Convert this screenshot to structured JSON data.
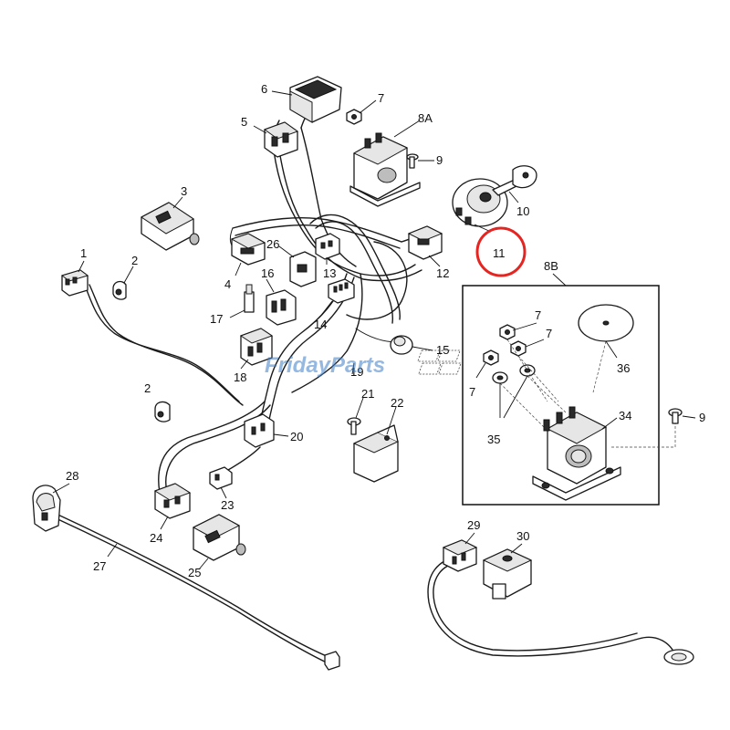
{
  "watermark": {
    "prefix": "Friday",
    "suffix": "Parts",
    "color": "#3f7fc8"
  },
  "highlight": {
    "target": "11",
    "color": "#e52521"
  },
  "detail": {
    "label": "8B"
  },
  "callouts": [
    {
      "id": "c1",
      "text": "1"
    },
    {
      "id": "c2a",
      "text": "2"
    },
    {
      "id": "c2b",
      "text": "2"
    },
    {
      "id": "c3",
      "text": "3"
    },
    {
      "id": "c4",
      "text": "4"
    },
    {
      "id": "c5",
      "text": "5"
    },
    {
      "id": "c6",
      "text": "6"
    },
    {
      "id": "c7a",
      "text": "7"
    },
    {
      "id": "c8a",
      "text": "8A"
    },
    {
      "id": "c9a",
      "text": "9"
    },
    {
      "id": "c10",
      "text": "10"
    },
    {
      "id": "c11",
      "text": "11"
    },
    {
      "id": "c12",
      "text": "12"
    },
    {
      "id": "c13",
      "text": "13"
    },
    {
      "id": "c14",
      "text": "14"
    },
    {
      "id": "c15",
      "text": "15"
    },
    {
      "id": "c16",
      "text": "16"
    },
    {
      "id": "c17",
      "text": "17"
    },
    {
      "id": "c18",
      "text": "18"
    },
    {
      "id": "c19",
      "text": "19"
    },
    {
      "id": "c20",
      "text": "20"
    },
    {
      "id": "c21",
      "text": "21"
    },
    {
      "id": "c22",
      "text": "22"
    },
    {
      "id": "c23",
      "text": "23"
    },
    {
      "id": "c24",
      "text": "24"
    },
    {
      "id": "c25",
      "text": "25"
    },
    {
      "id": "c26",
      "text": "26"
    },
    {
      "id": "c27",
      "text": "27"
    },
    {
      "id": "c28",
      "text": "28"
    },
    {
      "id": "c29",
      "text": "29"
    },
    {
      "id": "c30",
      "text": "30"
    },
    {
      "id": "c8b",
      "text": "8B"
    },
    {
      "id": "c7b",
      "text": "7"
    },
    {
      "id": "c7c",
      "text": "7"
    },
    {
      "id": "c7d",
      "text": "7"
    },
    {
      "id": "c36",
      "text": "36"
    },
    {
      "id": "c34",
      "text": "34"
    },
    {
      "id": "c35",
      "text": "35"
    },
    {
      "id": "c9b",
      "text": "9"
    }
  ]
}
